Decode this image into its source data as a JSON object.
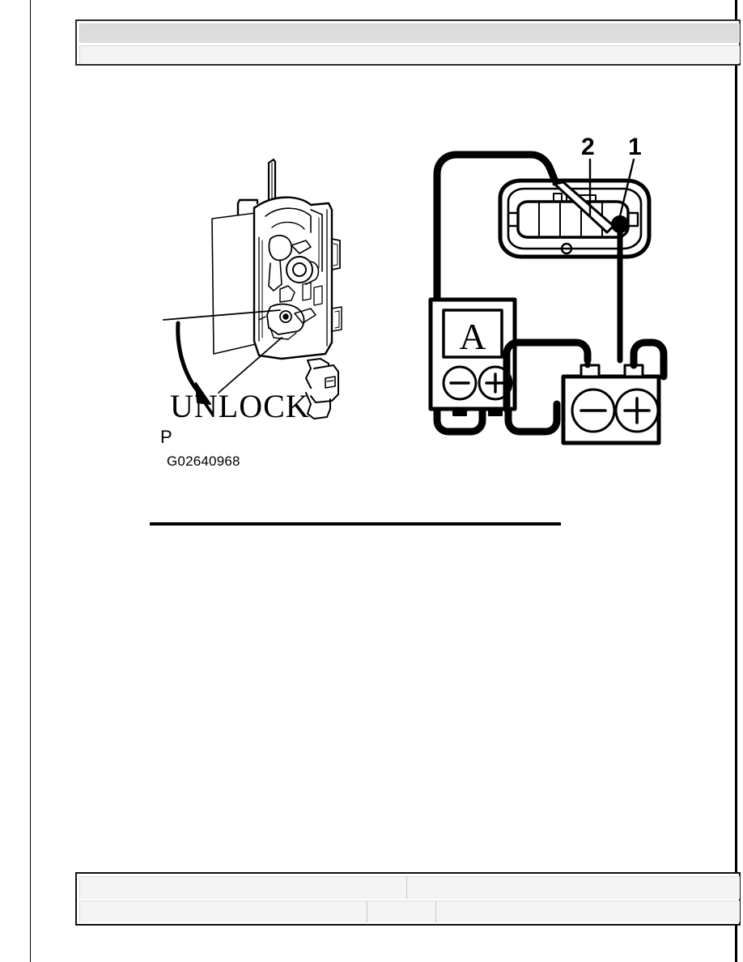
{
  "document": {
    "type": "service-manual-page",
    "background_color": "#ffffff",
    "ink_color": "#000000"
  },
  "header": {
    "top_bar_text": "",
    "bottom_bar_text": ""
  },
  "figure": {
    "caption": "G02640968",
    "left_illustration": {
      "name": "door-lock-actuator",
      "direction_label": "UNLOCK",
      "annotation_label": "P"
    },
    "right_illustration": {
      "name": "connector-test-circuit",
      "callouts": [
        {
          "id": "2",
          "label": "2"
        },
        {
          "id": "1",
          "label": "1"
        }
      ],
      "meter": {
        "name": "ammeter",
        "display_label": "A",
        "negative_terminal": "−",
        "positive_terminal": "+"
      },
      "battery": {
        "name": "battery",
        "negative_terminal": "−",
        "positive_terminal": "+"
      }
    }
  },
  "footer": {
    "rows": [
      {
        "cells": [
          "",
          ""
        ]
      },
      {
        "cells": [
          "",
          "",
          ""
        ]
      }
    ]
  }
}
